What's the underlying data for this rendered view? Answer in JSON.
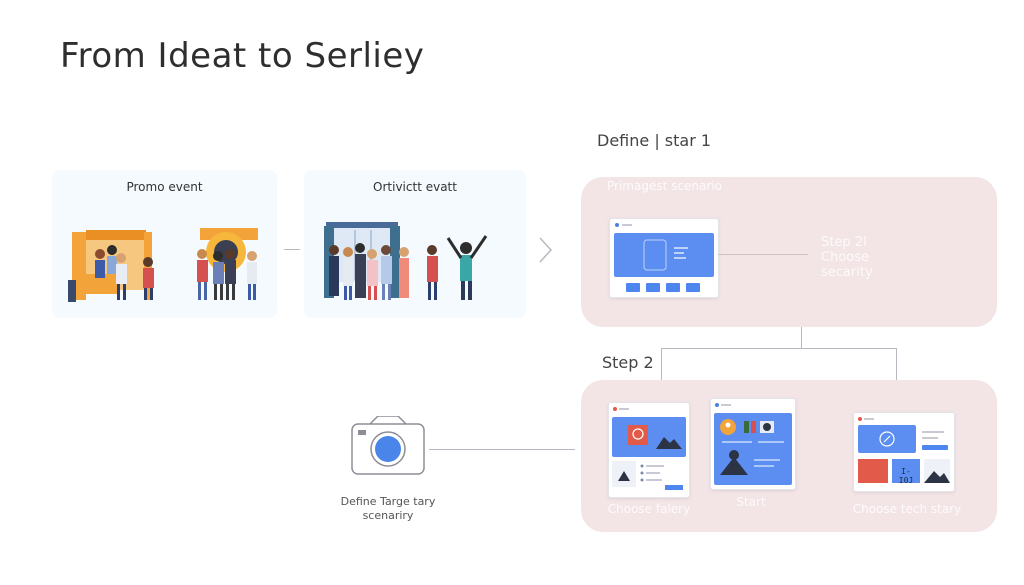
{
  "title": "From Ideat to Serliey",
  "cards": {
    "left": {
      "label": "Promo event"
    },
    "middle": {
      "label": "Ortivictt evatt"
    }
  },
  "define_step": {
    "label": "Define | star 1"
  },
  "top_panel": {
    "heading": "Primagest scenario",
    "step_text": [
      "Step 2I",
      "Choose",
      "secarity"
    ]
  },
  "step2": {
    "label": "Step 2"
  },
  "camera": {
    "caption_line1": "Define Targe tary",
    "caption_line2": "scenariry"
  },
  "bottom_panel": {
    "captions": [
      "Choose falery",
      "Start",
      "Choose tech stary"
    ],
    "mini_badges": [
      "I-I0J"
    ]
  },
  "colors": {
    "accent_blue": "#5b8ef0",
    "pink_panel": "#f3e4e6",
    "card_bg": "#f4fafd",
    "orange": "#f2a33a"
  }
}
